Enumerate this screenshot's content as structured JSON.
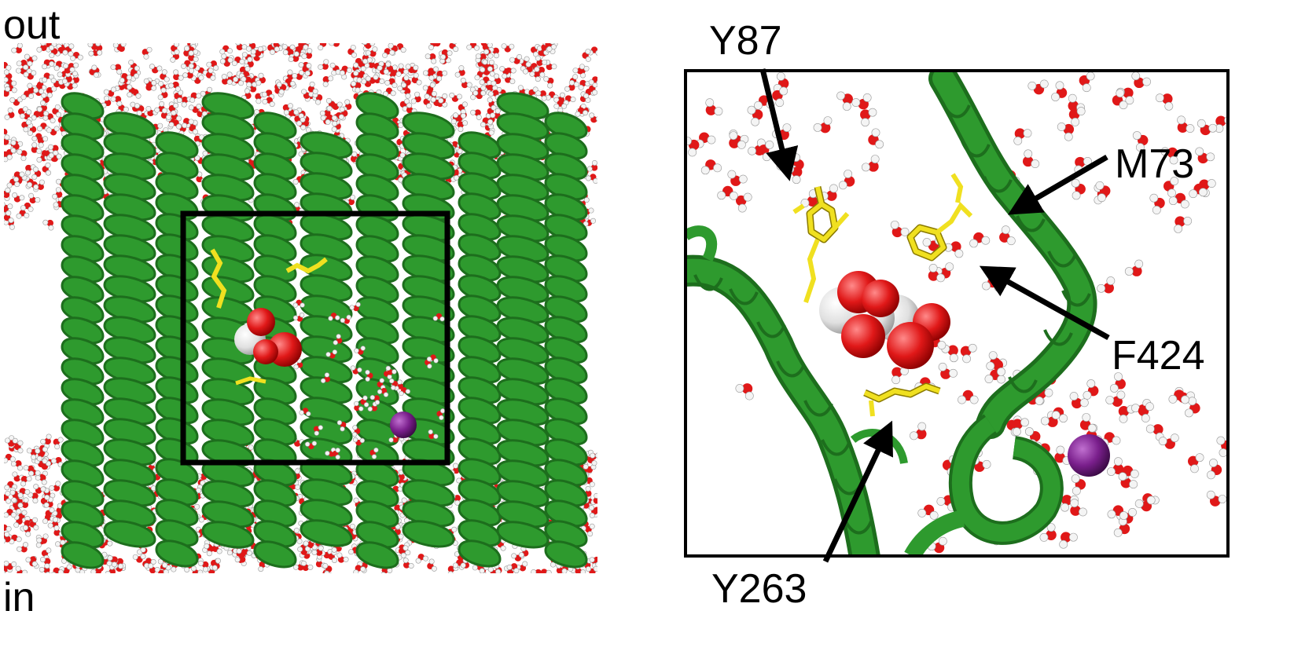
{
  "left_panel": {
    "top_label": "out",
    "bottom_label": "in"
  },
  "right_panel": {
    "residue_labels": {
      "y87": "Y87",
      "m73": "M73",
      "f424": "F424",
      "y263": "Y263"
    }
  },
  "colors": {
    "helix": "#2e9a2e",
    "helix_dark": "#1d6e1d",
    "water_oxygen": "#e01818",
    "water_hydrogen": "#f4f4f4",
    "side_chain": "#f0e020",
    "ion": "#7a1f8c",
    "ligand_oxygen": "#d81818",
    "ligand_carbon": "#e8e8e8",
    "frame": "#000000"
  },
  "icons": {
    "ion": "purple-sphere-icon",
    "ligand": "space-filling-ligand-icon"
  }
}
